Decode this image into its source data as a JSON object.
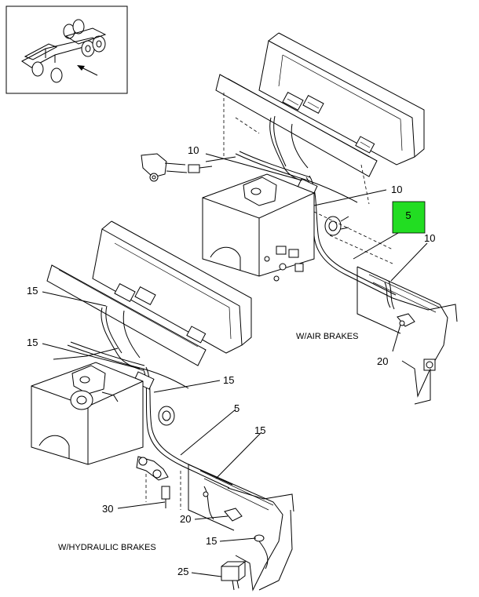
{
  "callouts": {
    "c10a": "10",
    "c10b": "10",
    "c5_highlight": "5",
    "c10c": "10",
    "c20_air": "20",
    "c15a": "15",
    "c15b": "15",
    "c15c": "15",
    "c5_hyd": "5",
    "c15d": "15",
    "c30": "30",
    "c20_hyd": "20",
    "c15e": "15",
    "c25": "25"
  },
  "labels": {
    "air_brakes": "W/AIR BRAKES",
    "hydraulic_brakes": "W/HYDRAULIC BRAKES"
  },
  "colors": {
    "highlight": "#22dd22",
    "line": "#000000",
    "background": "#ffffff"
  }
}
